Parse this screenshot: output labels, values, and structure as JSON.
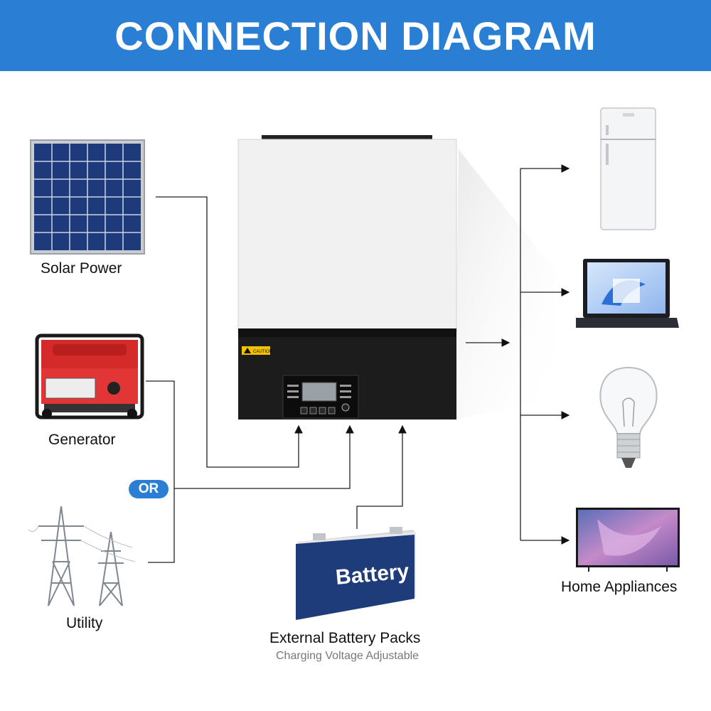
{
  "header": {
    "title": "CONNECTION DIAGRAM"
  },
  "sources": {
    "solar": "Solar Power",
    "generator": "Generator",
    "or": "OR",
    "utility": "Utility"
  },
  "battery": {
    "caption": "External Battery Packs",
    "subcaption": "Charging Voltage Adjustable",
    "label": "Battery"
  },
  "inverter": {
    "caution": "CAUTION"
  },
  "outputs": {
    "label": "Home Appliances"
  },
  "colors": {
    "accent": "#2a7fd4",
    "line": "#222222"
  }
}
